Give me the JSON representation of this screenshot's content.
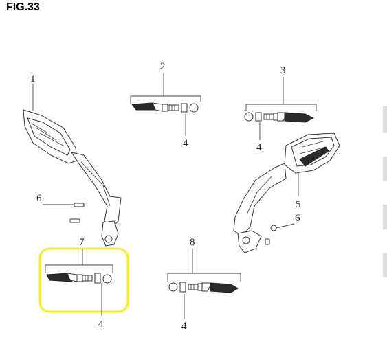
{
  "figure": {
    "title": "FIG.33"
  },
  "callouts": [
    "1",
    "2",
    "3",
    "4",
    "4",
    "4",
    "4",
    "5",
    "6",
    "6",
    "7",
    "8"
  ],
  "colors": {
    "highlight": "#f3ee2a",
    "linework": "#333333",
    "background": "#ffffff"
  }
}
